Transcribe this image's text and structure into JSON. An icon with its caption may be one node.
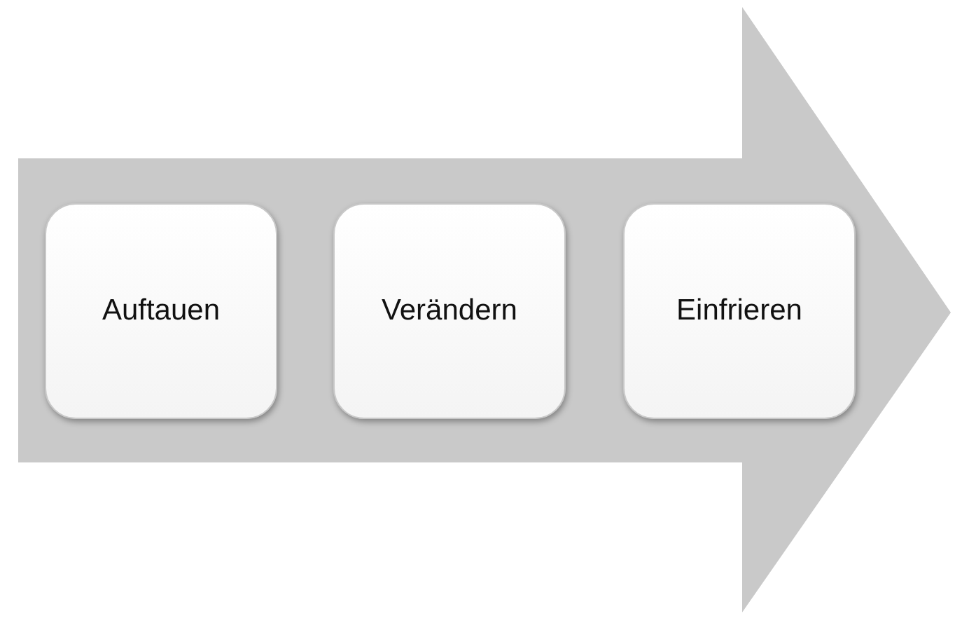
{
  "diagram": {
    "nodes": [
      {
        "text": [],
        "shape": "arrow"
      },
      {
        "text": [
          "Auftauen"
        ],
        "in": 0
      },
      {
        "text": [
          "Verändern"
        ],
        "in": 0
      },
      {
        "text": [
          "Einfrieren"
        ],
        "in": 0
      }
    ],
    "edges": []
  }
}
